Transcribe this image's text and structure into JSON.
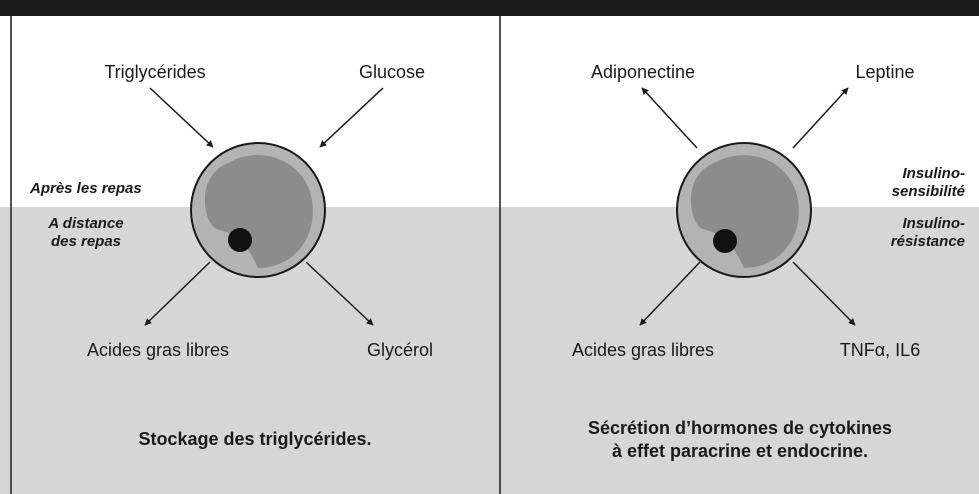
{
  "top_banner": {
    "text": "",
    "color": "#1a1a1a"
  },
  "colors": {
    "background_top": "#ffffff",
    "background_bottom": "#d6d6d6",
    "cell_outer": "#b3b3b3",
    "cell_inner": "#8c8c8c",
    "nucleus": "#111111",
    "line": "#1a1a1a"
  },
  "left_panel": {
    "labels": {
      "top_left": "Triglycérides",
      "top_right": "Glucose",
      "bottom_left": "Acides gras libres",
      "bottom_right": "Glycérol"
    },
    "side_upper": "Après les repas",
    "side_lower_line1": "A distance",
    "side_lower_line2": "des repas",
    "caption": "Stockage des triglycérides."
  },
  "right_panel": {
    "labels": {
      "top_left": "Adiponectine",
      "top_right": "Leptine",
      "bottom_left": "Acides gras libres",
      "bottom_right": "TNFα, IL6"
    },
    "side_upper_line1": "Insulino-",
    "side_upper_line2": "sensibilité",
    "side_lower_line1": "Insulino-",
    "side_lower_line2": "résistance",
    "caption_line1": "Sécrétion d’hormones de cytokines",
    "caption_line2": "à effet paracrine et endocrine."
  }
}
